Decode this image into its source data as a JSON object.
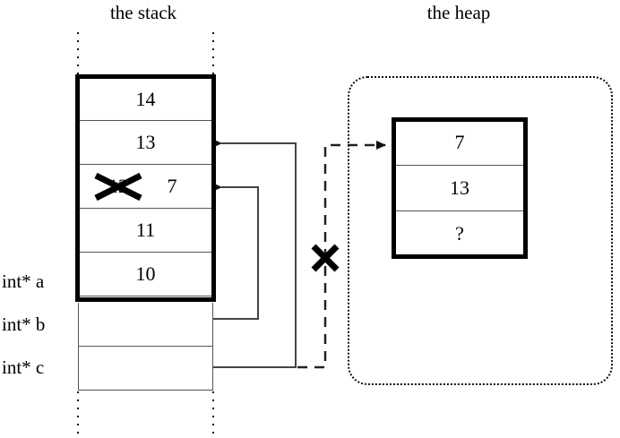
{
  "titles": {
    "stack": "the stack",
    "heap": "the heap"
  },
  "stack": {
    "frame_cells": [
      {
        "value": "14"
      },
      {
        "value": "13"
      },
      {
        "value": "12",
        "crossed_out": true,
        "replacement": "7"
      },
      {
        "value": "11"
      },
      {
        "value": "10"
      }
    ],
    "pointer_rows": [
      {
        "label": "int* a",
        "value": ""
      },
      {
        "label": "int* b",
        "value": ""
      },
      {
        "label": "int* c",
        "value": ""
      }
    ]
  },
  "heap": {
    "cells": [
      {
        "value": "7"
      },
      {
        "value": "13"
      },
      {
        "value": "?"
      }
    ]
  },
  "annotations": {
    "invalidated_pointer_mark": "X",
    "crossed_value_mark": "X"
  },
  "colors": {
    "ink": "#000000",
    "rule": "#555555",
    "background": "#ffffff"
  }
}
